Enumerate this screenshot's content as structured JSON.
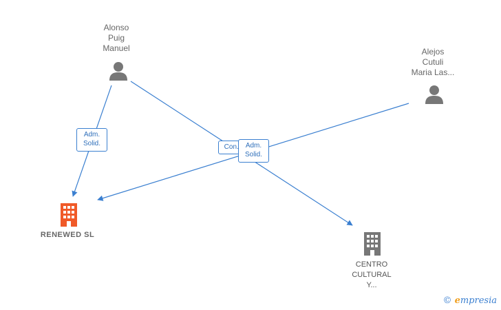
{
  "nodes": {
    "alonso": {
      "label": "Alonso\nPuig\nManuel",
      "kind": "person"
    },
    "alejos": {
      "label": "Alejos\nCutuli\nMaria Las...",
      "kind": "person"
    },
    "renewed": {
      "label": "RENEWED  SL",
      "kind": "company",
      "color": "#f05a28"
    },
    "centro": {
      "label": "CENTRO\nCULTURAL\nY...",
      "kind": "company",
      "color": "#777777"
    }
  },
  "edges": [
    {
      "from": "alonso",
      "to": "renewed",
      "label": "Adm.\nSolid."
    },
    {
      "from": "alonso",
      "to": "centro",
      "label": "Con..."
    },
    {
      "from": "alejos",
      "to": "renewed",
      "label": "Adm.\nSolid."
    }
  ],
  "colors": {
    "edge": "#3a7fd0",
    "person": "#777777"
  },
  "watermark": {
    "symbol": "©",
    "brand_initial": "e",
    "brand_rest": "mpresia"
  }
}
